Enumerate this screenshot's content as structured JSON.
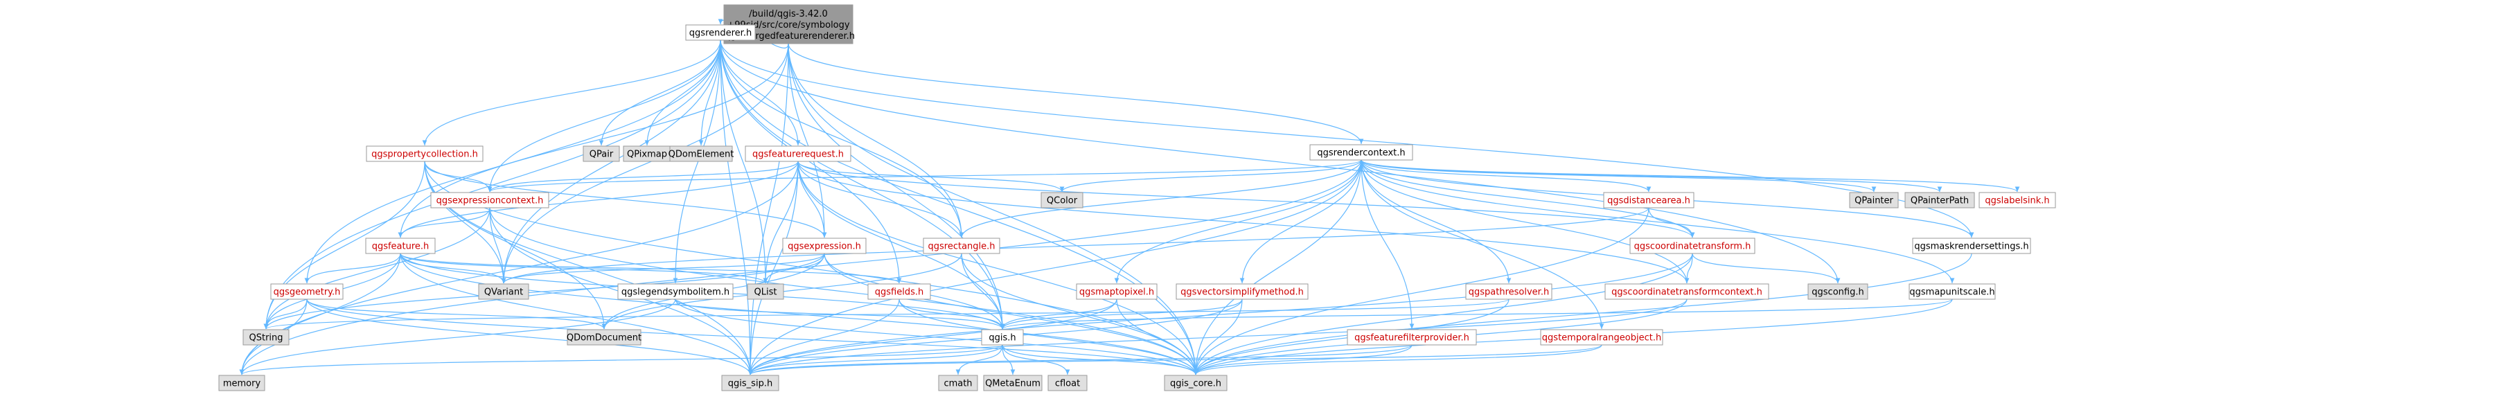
{
  "title_lines": [
    "/build/qgis-3.42.0",
    "+99sid/src/core/symbology",
    "/qgsmergedfeaturerenderer.h"
  ],
  "colors": {
    "edge": "#63b8ff",
    "root_fill": "#999999",
    "normal_fill": "#ffffff",
    "linked_text": "#cc0000",
    "external_fill": "#e0e0e0",
    "border": "#999999"
  },
  "nodes": [
    {
      "id": "root",
      "label": "root",
      "kind": "root"
    },
    {
      "id": "qgsrenderer",
      "label": "qgsrenderer.h",
      "kind": "normal"
    },
    {
      "id": "qgsrendercontext",
      "label": "qgsrendercontext.h",
      "kind": "normal"
    },
    {
      "id": "qgspropertycollection",
      "label": "qgspropertycollection.h",
      "kind": "linked"
    },
    {
      "id": "qpair",
      "label": "QPair",
      "kind": "external"
    },
    {
      "id": "qpixmap",
      "label": "QPixmap",
      "kind": "external"
    },
    {
      "id": "qdomelement",
      "label": "QDomElement",
      "kind": "external"
    },
    {
      "id": "qgsfeaturerequest",
      "label": "qgsfeaturerequest.h",
      "kind": "linked"
    },
    {
      "id": "qcolor",
      "label": "QColor",
      "kind": "external"
    },
    {
      "id": "qgsexpressioncontext",
      "label": "qgsexpressioncontext.h",
      "kind": "linked"
    },
    {
      "id": "qgsfeature",
      "label": "qgsfeature.h",
      "kind": "linked"
    },
    {
      "id": "qgsexpression",
      "label": "qgsexpression.h",
      "kind": "linked"
    },
    {
      "id": "qgsrectangle",
      "label": "qgsrectangle.h",
      "kind": "linked"
    },
    {
      "id": "qgsdistancearea",
      "label": "qgsdistancearea.h",
      "kind": "linked"
    },
    {
      "id": "qgscoordinatetransform",
      "label": "qgscoordinatetransform.h",
      "kind": "linked"
    },
    {
      "id": "qpainter",
      "label": "QPainter",
      "kind": "external"
    },
    {
      "id": "qpainterpath",
      "label": "QPainterPath",
      "kind": "external"
    },
    {
      "id": "qgslabelsink",
      "label": "qgslabelsink.h",
      "kind": "linked"
    },
    {
      "id": "qgsmaskrendersettings",
      "label": "qgsmaskrendersettings.h",
      "kind": "normal"
    },
    {
      "id": "qgsgeometry",
      "label": "qgsgeometry.h",
      "kind": "linked"
    },
    {
      "id": "qvariant",
      "label": "QVariant",
      "kind": "external"
    },
    {
      "id": "qlist",
      "label": "QList",
      "kind": "external"
    },
    {
      "id": "qgslegendsymbolitem",
      "label": "qgslegendsymbolitem.h",
      "kind": "normal"
    },
    {
      "id": "qgsfields",
      "label": "qgsfields.h",
      "kind": "linked"
    },
    {
      "id": "qgsmaptopixel",
      "label": "qgsmaptopixel.h",
      "kind": "linked"
    },
    {
      "id": "qgsvectorsimplifymethod",
      "label": "qgsvectorsimplifymethod.h",
      "kind": "linked"
    },
    {
      "id": "qgspathresolver",
      "label": "qgspathresolver.h",
      "kind": "linked"
    },
    {
      "id": "qgscoordinatetransformcontext",
      "label": "qgscoordinatetransformcontext.h",
      "kind": "linked"
    },
    {
      "id": "qgsconfig",
      "label": "qgsconfig.h",
      "kind": "external"
    },
    {
      "id": "qgsmapunitscale",
      "label": "qgsmapunitscale.h",
      "kind": "normal"
    },
    {
      "id": "qstring",
      "label": "QString",
      "kind": "external"
    },
    {
      "id": "qdomdocument",
      "label": "QDomDocument",
      "kind": "external"
    },
    {
      "id": "qgis",
      "label": "qgis.h",
      "kind": "normal"
    },
    {
      "id": "qgsfeaturefilterprovider",
      "label": "qgsfeaturefilterprovider.h",
      "kind": "linked"
    },
    {
      "id": "qgstemporalrangeobject",
      "label": "qgstemporalrangeobject.h",
      "kind": "linked"
    },
    {
      "id": "memory",
      "label": "memory",
      "kind": "external"
    },
    {
      "id": "qgis_sip",
      "label": "qgis_sip.h",
      "kind": "external"
    },
    {
      "id": "cmath",
      "label": "cmath",
      "kind": "external"
    },
    {
      "id": "qmetaenum",
      "label": "QMetaEnum",
      "kind": "external"
    },
    {
      "id": "cfloat",
      "label": "cfloat",
      "kind": "external"
    },
    {
      "id": "qgis_core",
      "label": "qgis_core.h",
      "kind": "external"
    }
  ],
  "edges": [
    [
      "root",
      "qgsrenderer"
    ],
    [
      "root",
      "qgsrendercontext"
    ],
    [
      "root",
      "qgsexpression"
    ],
    [
      "root",
      "qgsfeature"
    ],
    [
      "root",
      "qgis"
    ],
    [
      "root",
      "qgis_core"
    ],
    [
      "root",
      "qgis_sip"
    ],
    [
      "root",
      "qgsrectangle"
    ],
    [
      "root",
      "qvariant"
    ],
    [
      "qgsrenderer",
      "qgspropertycollection"
    ],
    [
      "qgsrenderer",
      "qpair"
    ],
    [
      "qgsrenderer",
      "qpixmap"
    ],
    [
      "qgsrenderer",
      "qdomelement"
    ],
    [
      "qgsrenderer",
      "qgsfeaturerequest"
    ],
    [
      "qgsrenderer",
      "qgsrectangle"
    ],
    [
      "qgsrenderer",
      "qgis"
    ],
    [
      "qgsrenderer",
      "qgis_core"
    ],
    [
      "qgsrenderer",
      "qgis_sip"
    ],
    [
      "qgsrenderer",
      "qgsfields"
    ],
    [
      "qgsrenderer",
      "qgslegendsymbolitem"
    ],
    [
      "qgsrenderer",
      "qgsgeometry"
    ],
    [
      "qgsrenderer",
      "qstring"
    ],
    [
      "qgsrenderer",
      "qlist"
    ],
    [
      "qgsrenderer",
      "qvariant"
    ],
    [
      "qgsrenderer",
      "qgsexpressioncontext"
    ],
    [
      "qgsrenderer",
      "qgsmaskrendersettings"
    ],
    [
      "qgsrenderer",
      "qgsconfig"
    ],
    [
      "qgspropertycollection",
      "qgsexpressioncontext"
    ],
    [
      "qgspropertycollection",
      "qgsexpression"
    ],
    [
      "qgspropertycollection",
      "qstring"
    ],
    [
      "qgspropertycollection",
      "qvariant"
    ],
    [
      "qgspropertycollection",
      "qgis_core"
    ],
    [
      "qgspropertycollection",
      "qgis_sip"
    ],
    [
      "qgspropertycollection",
      "qdomdocument"
    ],
    [
      "qgsfeaturerequest",
      "qcolor"
    ],
    [
      "qgsfeaturerequest",
      "qgsexpressioncontext"
    ],
    [
      "qgsfeaturerequest",
      "qgsfeature"
    ],
    [
      "qgsfeaturerequest",
      "qgsexpression"
    ],
    [
      "qgsfeaturerequest",
      "qgsrectangle"
    ],
    [
      "qgsfeaturerequest",
      "qgscoordinatetransform"
    ],
    [
      "qgsfeaturerequest",
      "qgis"
    ],
    [
      "qgsfeaturerequest",
      "qgis_core"
    ],
    [
      "qgsfeaturerequest",
      "qgis_sip"
    ],
    [
      "qgsfeaturerequest",
      "qgscoordinatetransformcontext"
    ],
    [
      "qgsfeaturerequest",
      "qlist"
    ],
    [
      "qgsfeaturerequest",
      "memory"
    ],
    [
      "qgsexpressioncontext",
      "qgsfeature"
    ],
    [
      "qgsexpressioncontext",
      "qvariant"
    ],
    [
      "qgsexpressioncontext",
      "qstring"
    ],
    [
      "qgsexpressioncontext",
      "qgis_core"
    ],
    [
      "qgsexpressioncontext",
      "qgis_sip"
    ],
    [
      "qgsfeature",
      "qgsgeometry"
    ],
    [
      "qgsfeature",
      "qgsfields"
    ],
    [
      "qgsfeature",
      "qvariant"
    ],
    [
      "qgsfeature",
      "qlist"
    ],
    [
      "qgsfeature",
      "qstring"
    ],
    [
      "qgsfeature",
      "qgis"
    ],
    [
      "qgsfeature",
      "qgis_core"
    ],
    [
      "qgsfeature",
      "qgis_sip"
    ],
    [
      "qgsfeature",
      "memory"
    ],
    [
      "qgsexpression",
      "qvariant"
    ],
    [
      "qgsexpression",
      "qlist"
    ],
    [
      "qgsexpression",
      "qdomdocument"
    ],
    [
      "qgsexpression",
      "qgis"
    ],
    [
      "qgsexpression",
      "qgis_core"
    ],
    [
      "qgsexpression",
      "qstring"
    ],
    [
      "qgsrectangle",
      "qgis"
    ],
    [
      "qgsrectangle",
      "qgis_core"
    ],
    [
      "qgsrectangle",
      "qdomdocument"
    ],
    [
      "qgsrendercontext",
      "qcolor"
    ],
    [
      "qgsrendercontext",
      "qpainter"
    ],
    [
      "qgsrendercontext",
      "qpainterpath"
    ],
    [
      "qgsrendercontext",
      "qgslabelsink"
    ],
    [
      "qgsrendercontext",
      "qgsdistancearea"
    ],
    [
      "qgsrendercontext",
      "qgscoordinatetransform"
    ],
    [
      "qgsrendercontext",
      "qgsmaskrendersettings"
    ],
    [
      "qgsrendercontext",
      "qgsmapunitscale"
    ],
    [
      "qgsrendercontext",
      "qgsrectangle"
    ],
    [
      "qgsrendercontext",
      "qgsexpressioncontext"
    ],
    [
      "qgsrendercontext",
      "qgsmaptopixel"
    ],
    [
      "qgsrendercontext",
      "qgsvectorsimplifymethod"
    ],
    [
      "qgsrendercontext",
      "qgspathresolver"
    ],
    [
      "qgsrendercontext",
      "qgscoordinatetransformcontext"
    ],
    [
      "qgsrendercontext",
      "qgsfeaturefilterprovider"
    ],
    [
      "qgsrendercontext",
      "qgstemporalrangeobject"
    ],
    [
      "qgsrendercontext",
      "qgis_core"
    ],
    [
      "qgsrendercontext",
      "qgis_sip"
    ],
    [
      "qgsrendercontext",
      "memory"
    ],
    [
      "qgsdistancearea",
      "qgscoordinatetransform"
    ],
    [
      "qgsdistancearea",
      "qgis_core"
    ],
    [
      "qgsdistancearea",
      "qvariant"
    ],
    [
      "qgscoordinatetransform",
      "qgsconfig"
    ],
    [
      "qgscoordinatetransform",
      "qgscoordinatetransformcontext"
    ],
    [
      "qgscoordinatetransform",
      "qgis_core"
    ],
    [
      "qgscoordinatetransform",
      "qgis_sip"
    ],
    [
      "qgsmaskrendersettings",
      "qgis_core"
    ],
    [
      "qgsmapunitscale",
      "qgis"
    ],
    [
      "qgsmapunitscale",
      "qgis_core"
    ],
    [
      "qgsgeometry",
      "qstring"
    ],
    [
      "qgsgeometry",
      "qdomdocument"
    ],
    [
      "qgsgeometry",
      "qgis_core"
    ],
    [
      "qgsgeometry",
      "qgis_sip"
    ],
    [
      "qgsgeometry",
      "memory"
    ],
    [
      "qgslegendsymbolitem",
      "qgis"
    ],
    [
      "qgslegendsymbolitem",
      "qgis_core"
    ],
    [
      "qgslegendsymbolitem",
      "memory"
    ],
    [
      "qgsfields",
      "qgis"
    ],
    [
      "qgsfields",
      "qgis_core"
    ],
    [
      "qgsfields",
      "qgis_sip"
    ],
    [
      "qgsmaptopixel",
      "qgis"
    ],
    [
      "qgsmaptopixel",
      "qgis_core"
    ],
    [
      "qgsmaptopixel",
      "qgis_sip"
    ],
    [
      "qgsvectorsimplifymethod",
      "qgis"
    ],
    [
      "qgsvectorsimplifymethod",
      "qgis_core"
    ],
    [
      "qgsvectorsimplifymethod",
      "qgis_sip"
    ],
    [
      "qgspathresolver",
      "qstring"
    ],
    [
      "qgspathresolver",
      "qgis_core"
    ],
    [
      "qgscoordinatetransformcontext",
      "qgis_core"
    ],
    [
      "qgscoordinatetransformcontext",
      "qgis_sip"
    ],
    [
      "qgsfeaturefilterprovider",
      "qgis_core"
    ],
    [
      "qgsfeaturefilterprovider",
      "qgis_sip"
    ],
    [
      "qgstemporalrangeobject",
      "qgis_core"
    ],
    [
      "qgstemporalrangeobject",
      "qgis_sip"
    ],
    [
      "qgis",
      "qgis_sip"
    ],
    [
      "qgis",
      "qgis_core"
    ],
    [
      "qgis",
      "cmath"
    ],
    [
      "qgis",
      "qmetaenum"
    ],
    [
      "qgis",
      "cfloat"
    ],
    [
      "qgis",
      "memory"
    ]
  ]
}
